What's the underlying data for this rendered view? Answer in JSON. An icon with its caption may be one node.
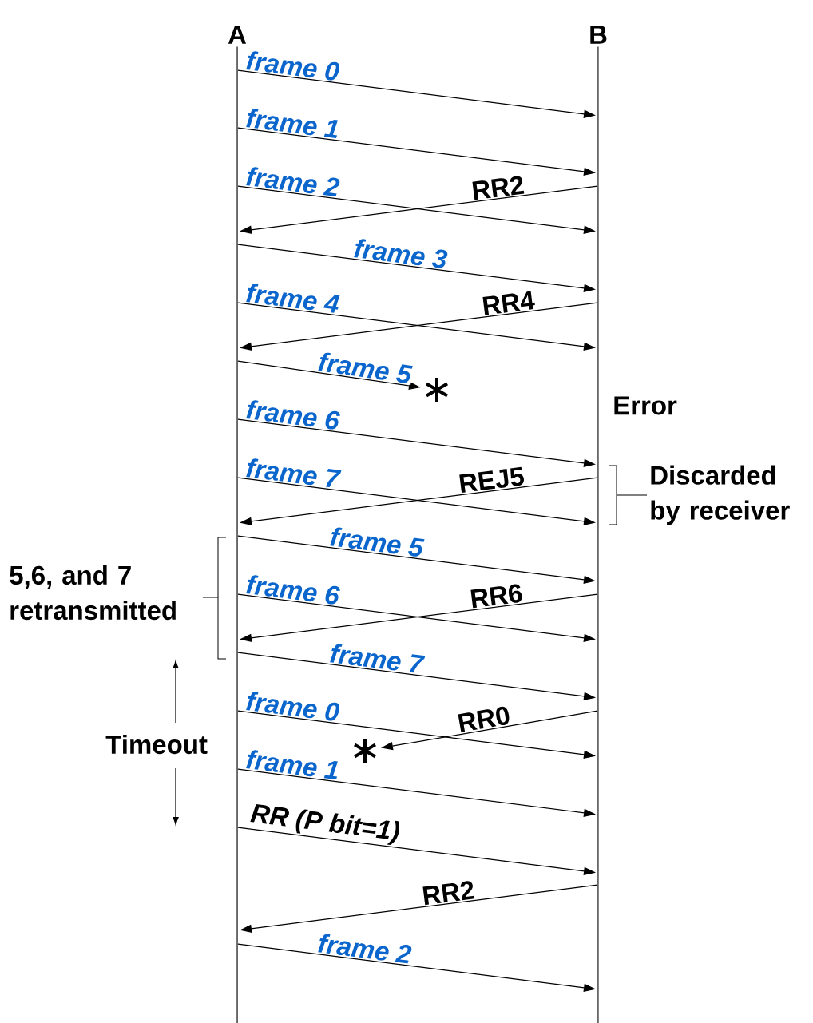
{
  "diagram": {
    "nodes": [
      {
        "text": [
          "A"
        ]
      },
      {
        "text": [
          "B"
        ]
      },
      {
        "text": [],
        "shape": "star"
      },
      {
        "text": [],
        "shape": "star"
      }
    ],
    "edges": [
      {
        "from": 0,
        "to": 1,
        "arrow": "to",
        "label": "frame 0"
      },
      {
        "from": 0,
        "to": 1,
        "arrow": "to",
        "label": "frame 1"
      },
      {
        "from": 0,
        "to": 1,
        "arrow": "to",
        "label": "frame 2"
      },
      {
        "from": 1,
        "to": 0,
        "arrow": "to",
        "label": "RR2"
      },
      {
        "from": 0,
        "to": 1,
        "arrow": "to",
        "label": "frame 3"
      },
      {
        "from": 0,
        "to": 1,
        "arrow": "to",
        "label": "frame 4"
      },
      {
        "from": 1,
        "to": 0,
        "arrow": "to",
        "label": "RR4"
      },
      {
        "from": 0,
        "to": 2,
        "arrow": "to",
        "label": "frame 5"
      },
      {
        "from": 0,
        "to": 1,
        "arrow": "to",
        "label": "frame 6"
      },
      {
        "from": 0,
        "to": 1,
        "arrow": "to",
        "label": "frame 7"
      },
      {
        "from": 1,
        "to": 0,
        "arrow": "to",
        "label": "REJ5"
      },
      {
        "from": 0,
        "to": 1,
        "arrow": "to",
        "label": "frame 5"
      },
      {
        "from": 0,
        "to": 1,
        "arrow": "to",
        "label": "frame 6"
      },
      {
        "from": 1,
        "to": 0,
        "arrow": "to",
        "label": "RR6"
      },
      {
        "from": 0,
        "to": 1,
        "arrow": "to",
        "label": "frame 7"
      },
      {
        "from": 0,
        "to": 1,
        "arrow": "to",
        "label": "frame 0"
      },
      {
        "from": 1,
        "to": 3,
        "arrow": "to",
        "label": "RR0"
      },
      {
        "from": 0,
        "to": 1,
        "arrow": "to",
        "label": "frame 1"
      },
      {
        "from": 0,
        "to": 1,
        "arrow": "to",
        "label": "RR (P bit=1)"
      },
      {
        "from": 1,
        "to": 0,
        "arrow": "to",
        "label": "RR2"
      },
      {
        "from": 0,
        "to": 1,
        "arrow": "to",
        "label": "frame 2"
      }
    ],
    "labels": [
      "Error",
      "Discarded by receiver",
      "5,6, and 7 retransmitted",
      "Timeout"
    ]
  }
}
